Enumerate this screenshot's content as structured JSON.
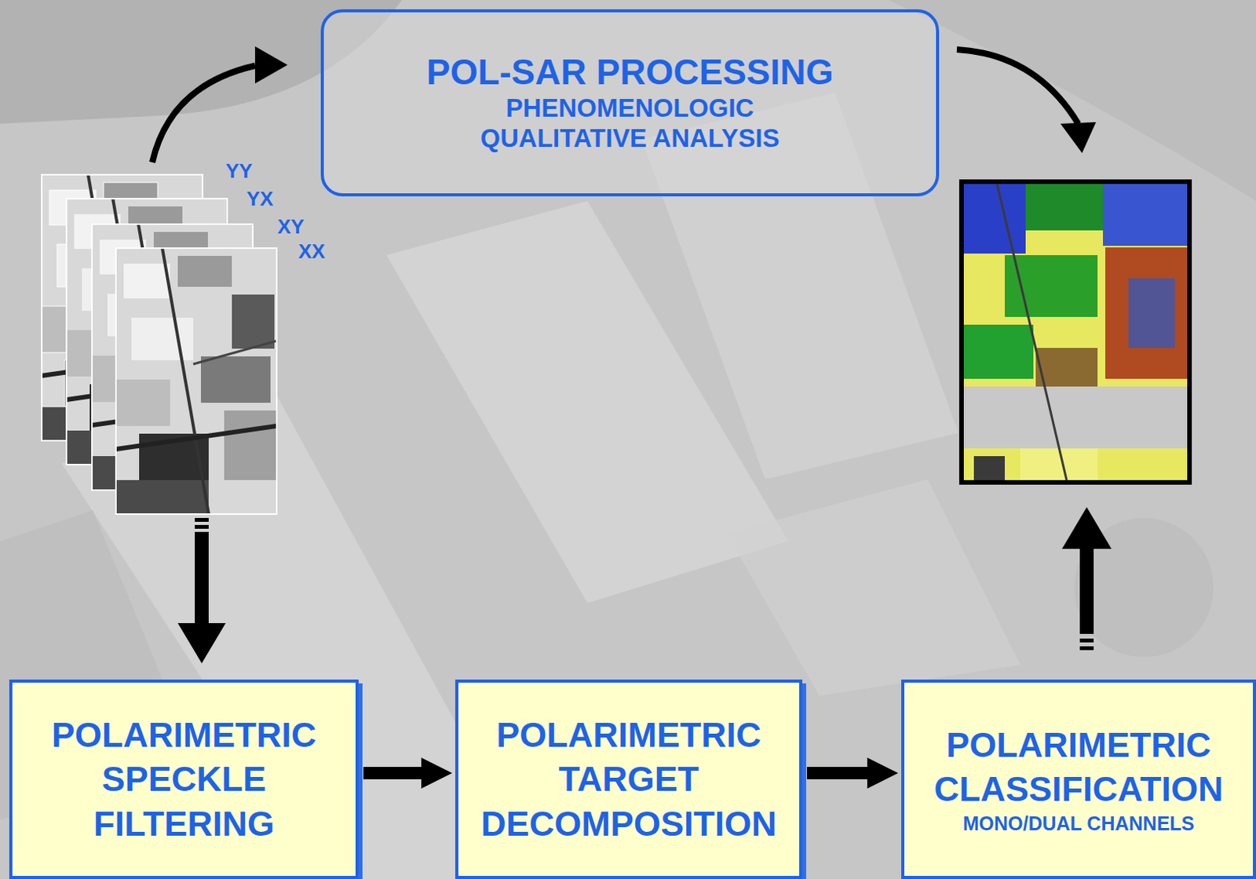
{
  "diagram": {
    "nodes": [
      {
        "text": [
          "POL-SAR PROCESSING",
          "PHENOMENOLOGIC QUALITATIVE ANALYSIS"
        ]
      },
      {
        "text": [
          "POLARIMETRIC SPECKLE FILTERING"
        ]
      },
      {
        "text": [
          "POLARIMETRIC TARGET DECOMPOSITION"
        ]
      },
      {
        "text": [
          "POLARIMETRIC CLASSIFICATION",
          "MONO/DUAL CHANNELS"
        ]
      }
    ],
    "edges": [
      {
        "from": 1,
        "to": 2,
        "arrow": "to"
      },
      {
        "from": 2,
        "to": 3,
        "arrow": "to"
      }
    ],
    "labels": [
      "YY",
      "YX",
      "XY",
      "XX"
    ]
  }
}
